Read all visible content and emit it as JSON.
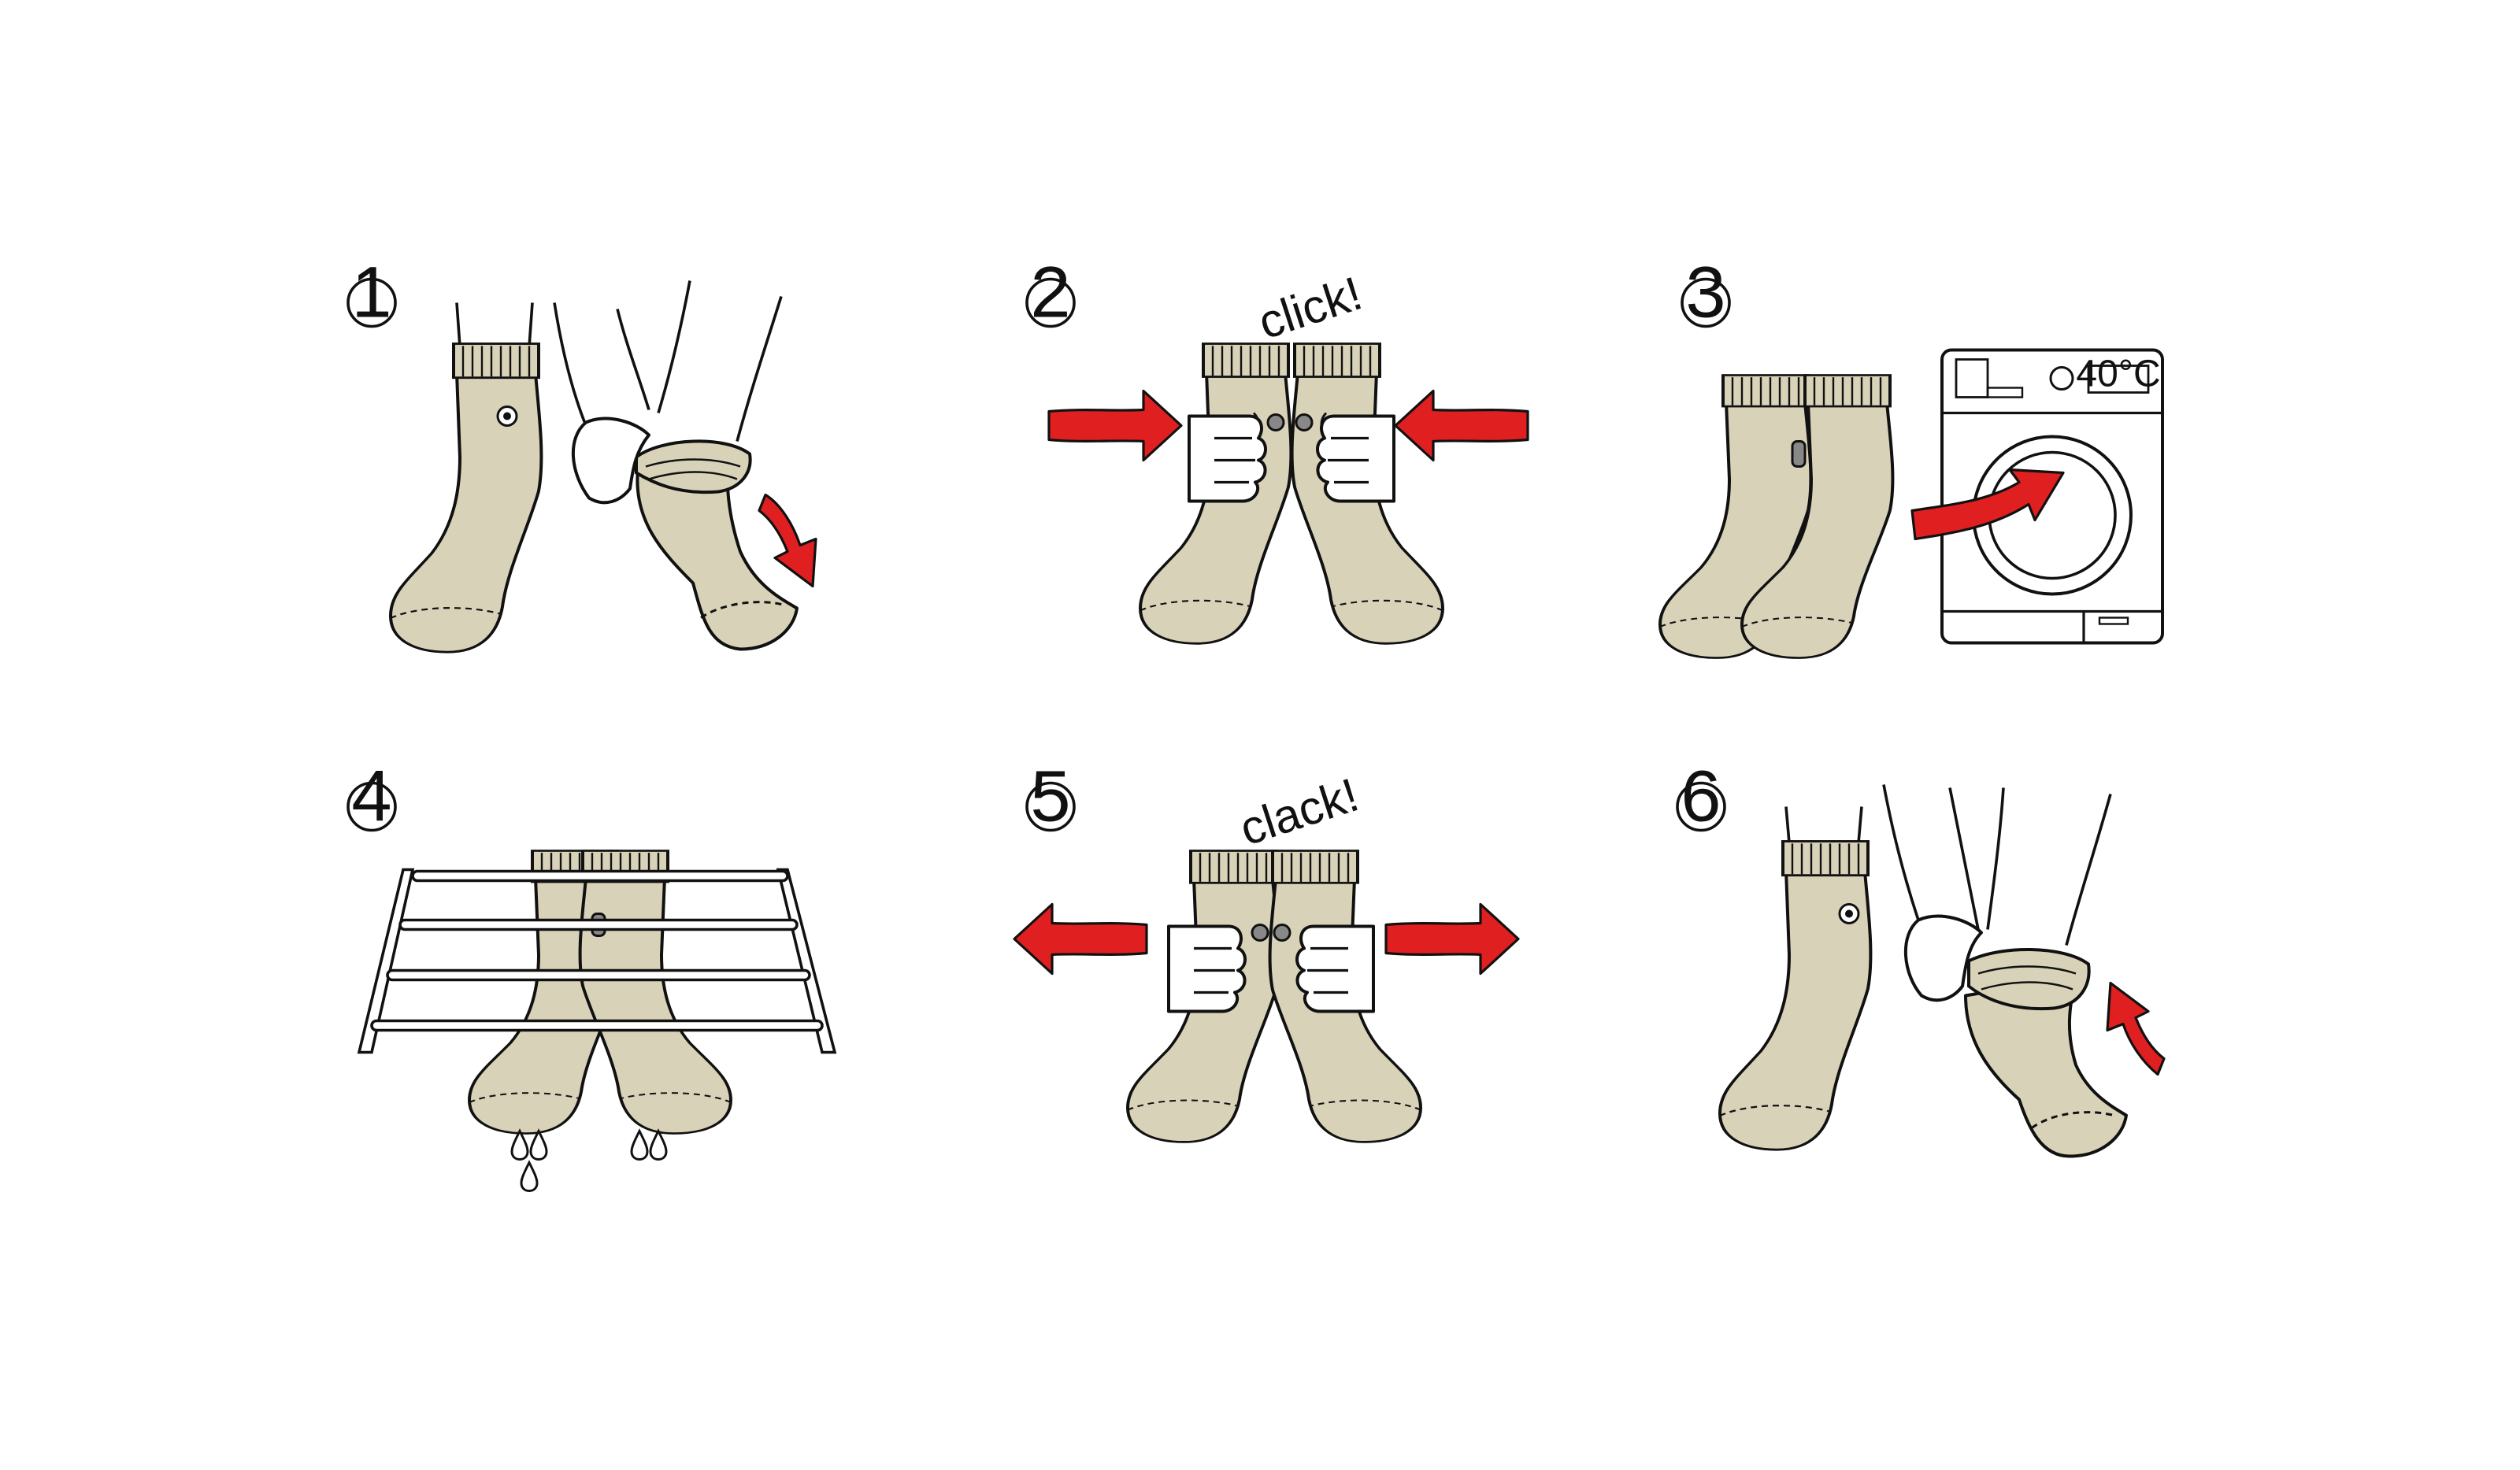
{
  "steps": [
    {
      "number": "1"
    },
    {
      "number": "2",
      "sound": "click!"
    },
    {
      "number": "3",
      "temperature": "40°C"
    },
    {
      "number": "4"
    },
    {
      "number": "5",
      "sound": "clack!"
    },
    {
      "number": "6"
    }
  ],
  "colors": {
    "sock": "#d8d2b8",
    "arrow": "#e02020",
    "outline": "#111111"
  }
}
